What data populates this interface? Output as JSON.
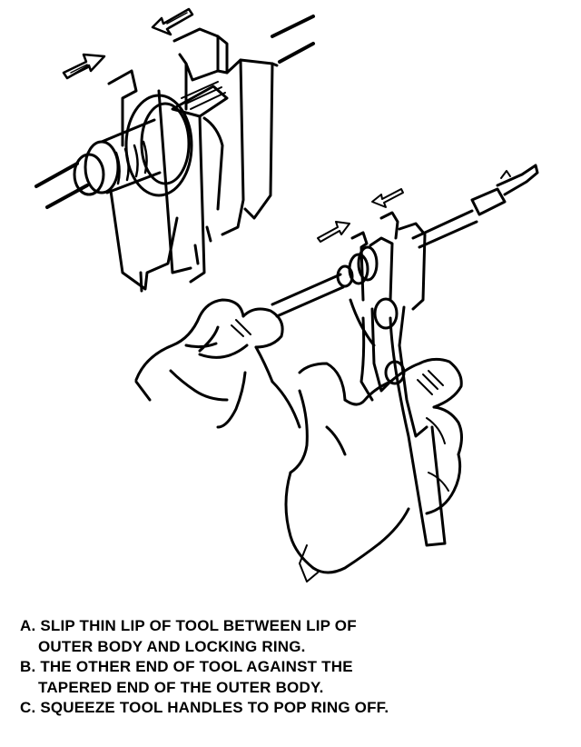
{
  "instructions": [
    {
      "line1": "A. SLIP THIN LIP OF TOOL BETWEEN LIP OF",
      "line2": "OUTER BODY AND LOCKING RING."
    },
    {
      "line1": "B. THE OTHER END OF TOOL AGAINST THE",
      "line2": "TAPERED END OF THE OUTER BODY."
    },
    {
      "line1": "C. SQUEEZE TOOL HANDLES TO POP RING OFF.",
      "line2": ""
    }
  ]
}
